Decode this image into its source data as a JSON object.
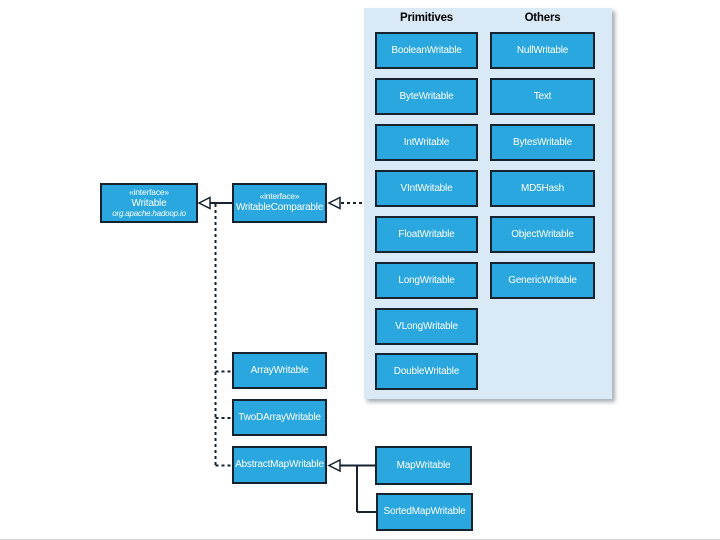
{
  "diagram": {
    "interfaces": {
      "writable": {
        "stereotype": "«interface»",
        "name": "Writable",
        "package": "org.apache.hadoop.io"
      },
      "writable_comparable": {
        "stereotype": "«interface»",
        "name": "WritableComparable"
      }
    },
    "collection_classes": [
      "ArrayWritable",
      "TwoDArrayWritable",
      "AbstractMapWritable"
    ],
    "map_classes": [
      "MapWritable",
      "SortedMapWritable"
    ],
    "panel": {
      "columns": [
        {
          "header": "Primitives",
          "items": [
            "BooleanWritable",
            "ByteWritable",
            "IntWritable",
            "VIntWritable",
            "FloatWritable",
            "LongWritable",
            "VLongWritable",
            "DoubleWritable"
          ]
        },
        {
          "header": "Others",
          "items": [
            "NullWritable",
            "Text",
            "BytesWritable",
            "MD5Hash",
            "ObjectWritable",
            "GenericWritable"
          ]
        }
      ]
    },
    "colors": {
      "class_fill": "#2aa7de",
      "class_border": "#16232e",
      "panel_bg": "#d9e9f5",
      "label_text": "#ffffff",
      "header_text": "#000000"
    }
  }
}
